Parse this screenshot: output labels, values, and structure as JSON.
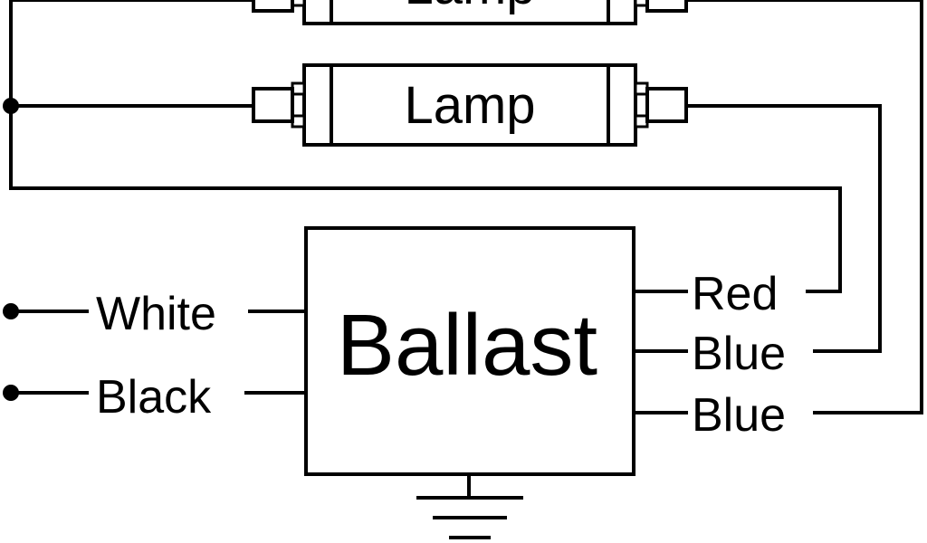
{
  "lamps": [
    {
      "label": "Lamp"
    },
    {
      "label": "Lamp"
    }
  ],
  "ballast": {
    "label": "Ballast"
  },
  "input_wires": {
    "white": "White",
    "black": "Black"
  },
  "output_wires": {
    "red": "Red",
    "blue_1": "Blue",
    "blue_2": "Blue"
  },
  "colors": {
    "line": "#000000",
    "background": "#ffffff"
  }
}
